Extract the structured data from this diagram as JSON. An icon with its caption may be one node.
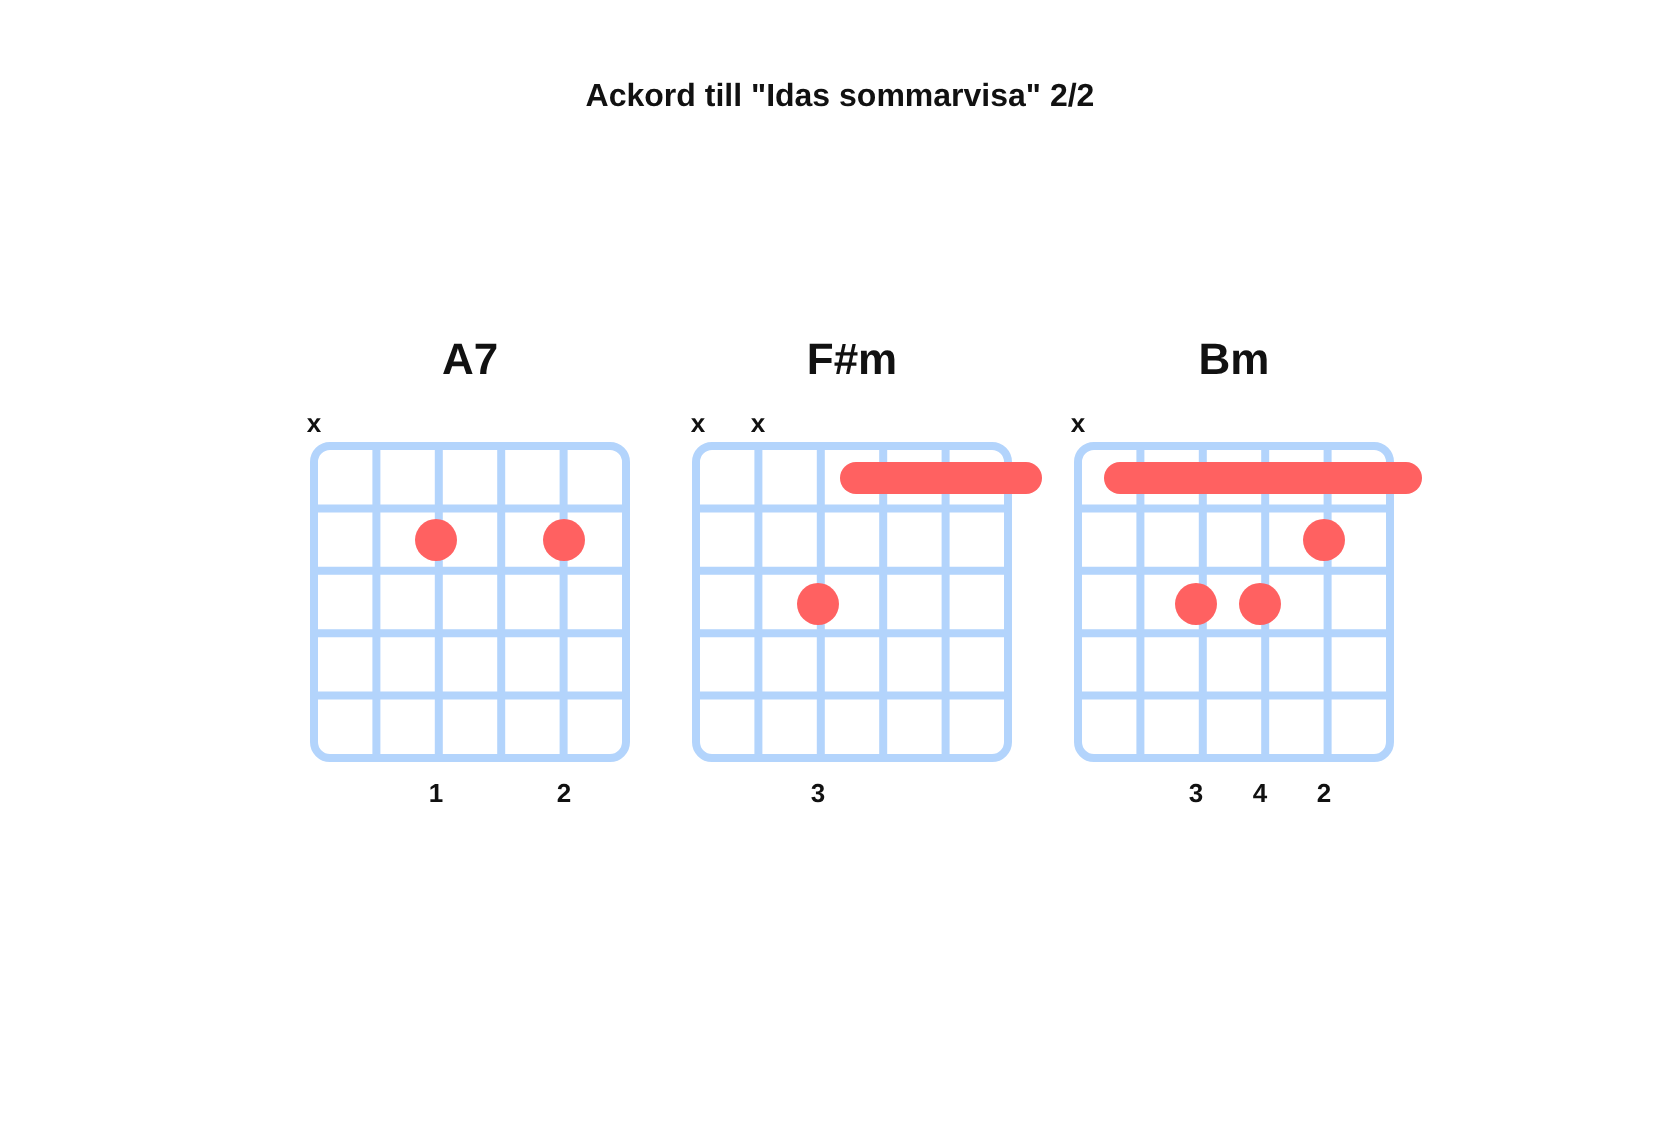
{
  "diagram": {
    "title": "Ackord till \"Idas sommarvisa\" 2/2",
    "nodes": [
      {
        "text": [
          "A7"
        ]
      },
      {
        "text": [
          "F#m"
        ]
      },
      {
        "text": [
          "Bm"
        ]
      }
    ],
    "labels": [
      "x",
      "x",
      "x",
      "x",
      "1",
      "2",
      "3",
      "3",
      "4",
      "2"
    ]
  }
}
